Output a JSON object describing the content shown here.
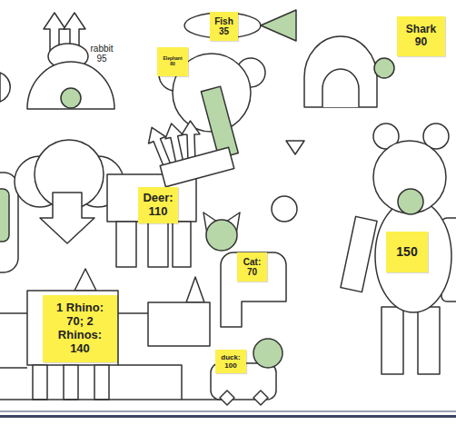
{
  "diagram": {
    "nodes": [
      {
        "text": [
          "Fish 35"
        ]
      },
      {
        "text": [
          "Shark 90"
        ]
      },
      {
        "text": [
          "Elephant 80"
        ]
      },
      {
        "text": [
          "Deer: 110"
        ]
      },
      {
        "text": [
          "150"
        ]
      },
      {
        "text": [
          "Cat: 70"
        ]
      },
      {
        "text": [
          "1 Rhino: 70; 2 Rhinos: 140"
        ]
      },
      {
        "text": [
          "duck: 100"
        ]
      }
    ],
    "labels": [
      "rabbit 95"
    ]
  }
}
